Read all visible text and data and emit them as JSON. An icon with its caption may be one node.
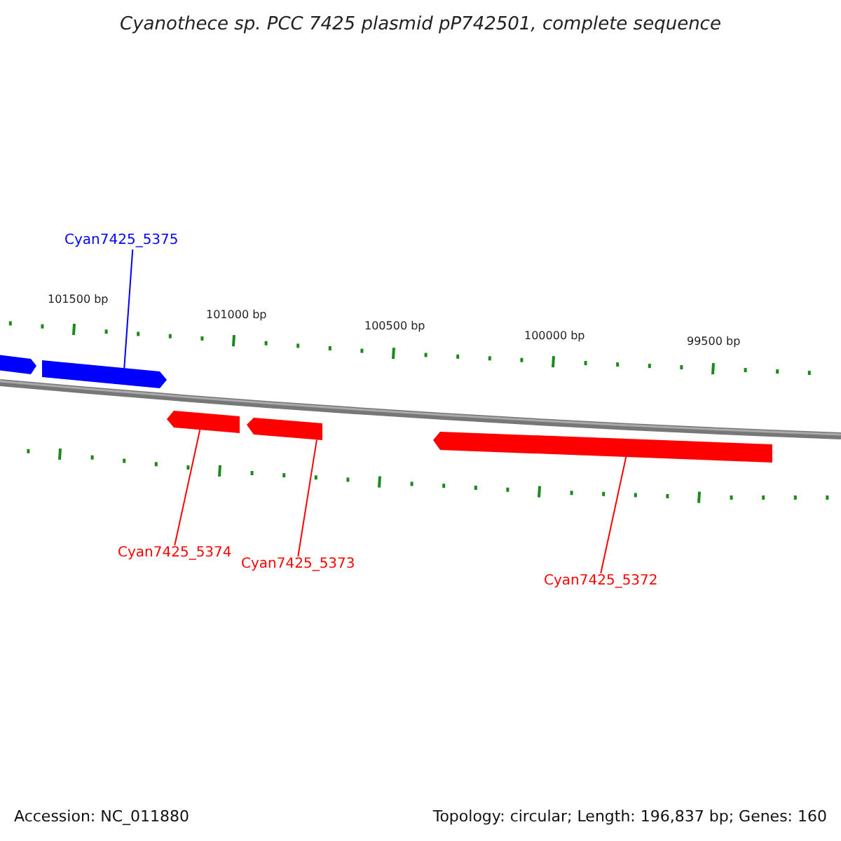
{
  "diagram": {
    "title": "Cyanothece sp. PCC 7425 plasmid pP742501, complete sequence",
    "nodes": [
      {
        "text": [],
        "shape": "arrow"
      },
      {
        "text": [
          "Cyan7425_5375"
        ]
      },
      {
        "text": [],
        "shape": "arrow"
      },
      {
        "text": [
          "Cyan7425_5374"
        ]
      },
      {
        "text": [],
        "shape": "arrow"
      },
      {
        "text": [
          "Cyan7425_5373"
        ]
      },
      {
        "text": [],
        "shape": "arrow"
      },
      {
        "text": [
          "Cyan7425_5372"
        ]
      },
      {
        "text": [],
        "shape": "arrow"
      }
    ],
    "edges": [
      {
        "from": 1,
        "to": 2,
        "arrow": "none",
        "color": "#0000ff"
      },
      {
        "from": 3,
        "to": 4,
        "arrow": "none"
      },
      {
        "from": 5,
        "to": 6,
        "arrow": "none"
      },
      {
        "from": 7,
        "to": 8,
        "arrow": "none"
      }
    ],
    "labels": [
      "101500 bp",
      "101000 bp",
      "100500 bp",
      "100000 bp",
      "99500 bp",
      "Accession: NC_011880",
      "Topology: circular; Length: 196,837 bp; Genes: 160"
    ]
  }
}
